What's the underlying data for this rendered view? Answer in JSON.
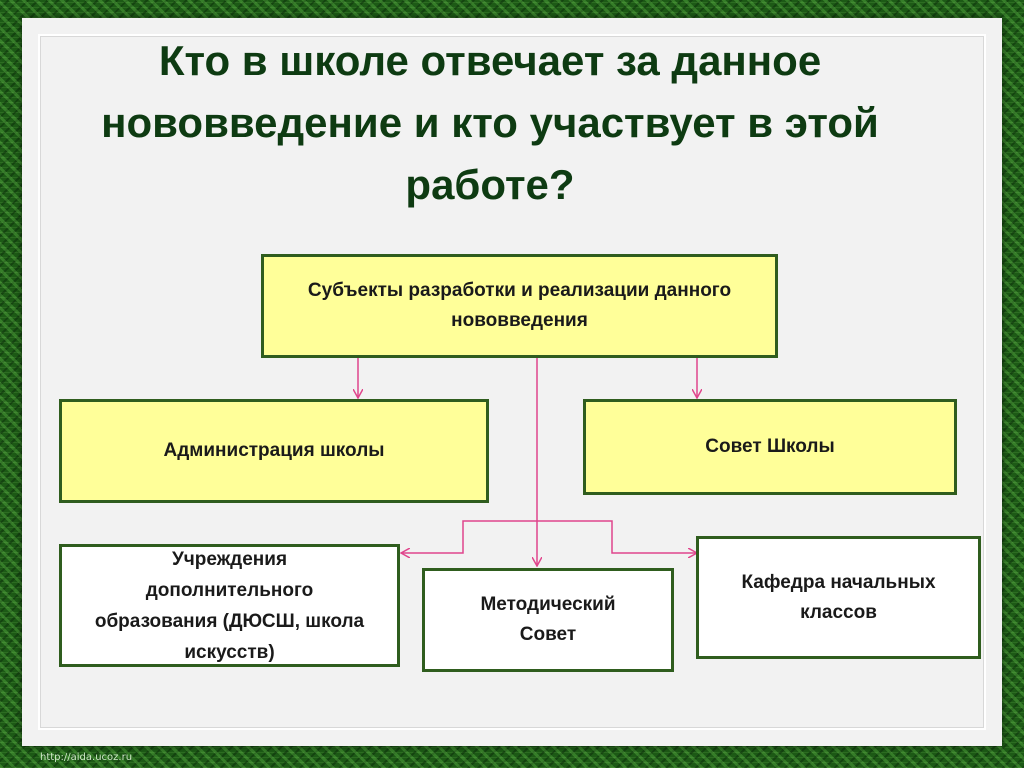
{
  "title": "Кто в школе отвечает за данное нововведение и кто участвует в этой работе?",
  "nodes": {
    "subjects": "Субъекты разработки и реализации данного нововведения",
    "administration": "Администрация школы",
    "school_council": "Совет Школы",
    "additional_education": "Учреждения дополнительного образования (ДЮСШ, школа искусств)",
    "methodical_council": "Методический Совет",
    "primary_department": "Кафедра начальных классов"
  },
  "footer": "http://aida.ucoz.ru",
  "colors": {
    "arrow": "#e0458c",
    "box_border": "#2f5d1e",
    "yellow_fill": "#ffff99",
    "title": "#0e3b12"
  }
}
